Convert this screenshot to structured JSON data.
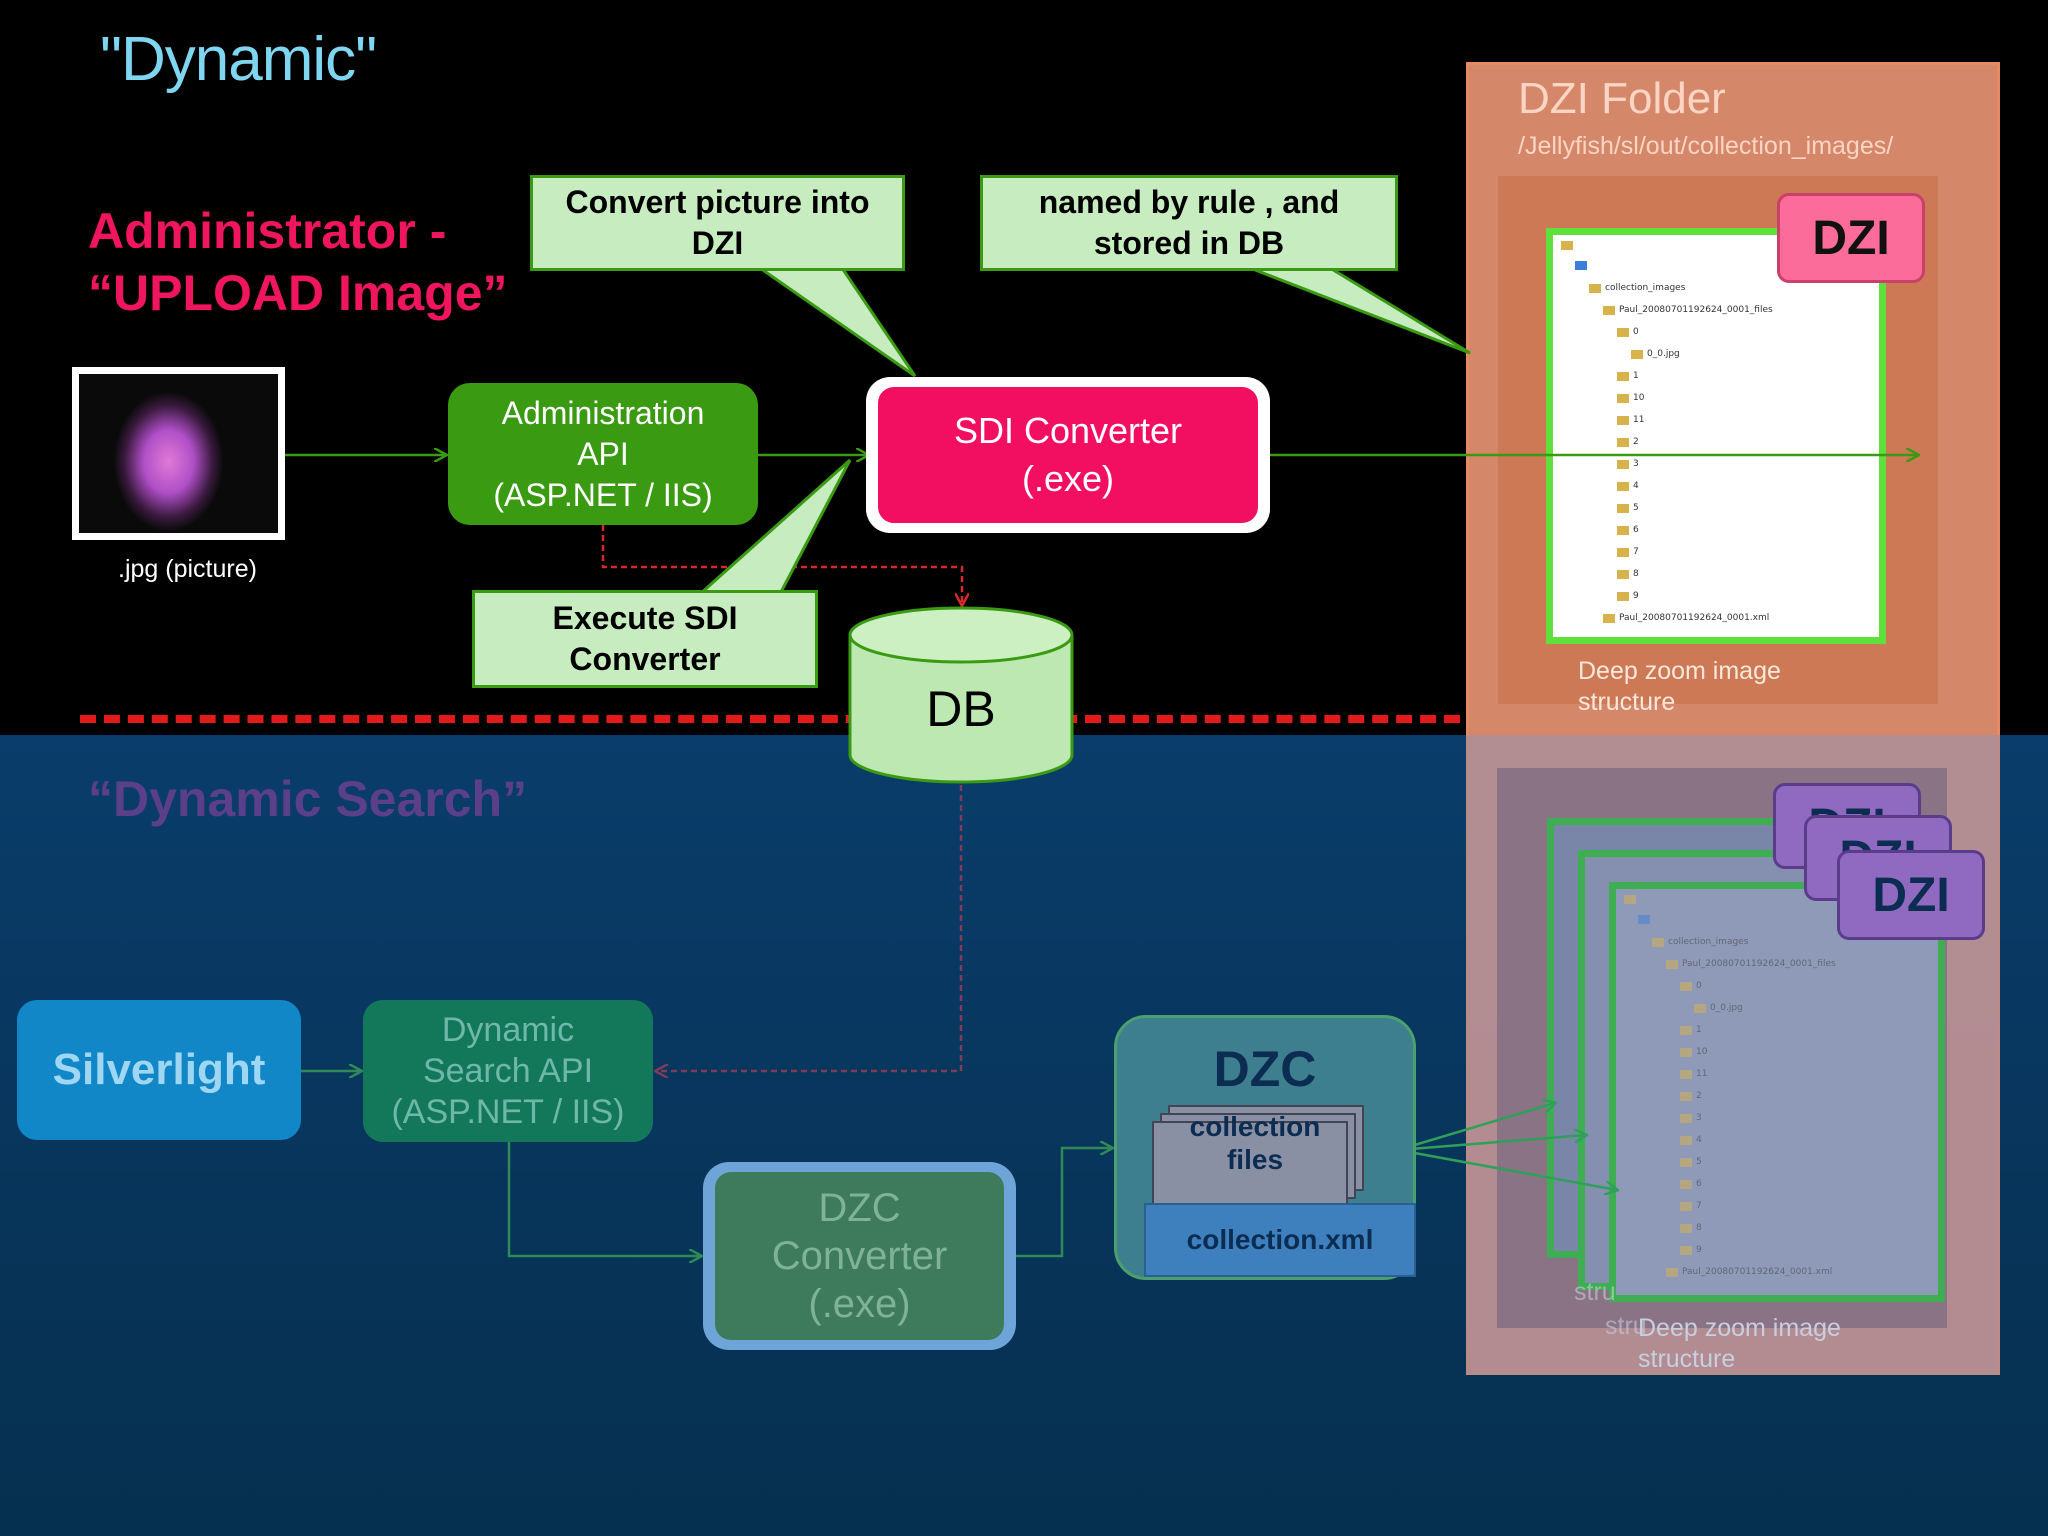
{
  "title": "\"Dynamic\"",
  "upload_section": {
    "title_line1": "Administrator -",
    "title_line2": "“UPLOAD Image”",
    "image_caption": ".jpg (picture)",
    "admin_api": [
      "Administration",
      "API",
      "(ASP.NET / IIS)"
    ],
    "sdi_converter": [
      "SDI Converter",
      "(.exe)"
    ],
    "callout_convert": [
      "Convert picture into",
      "DZI"
    ],
    "callout_named": [
      "named by rule , and",
      "stored in DB"
    ],
    "callout_execute": [
      "Execute SDI",
      "Converter"
    ],
    "db_label": "DB"
  },
  "dzi_folder": {
    "title": "DZI Folder",
    "path": "/Jellyfish/sl/out/collection_images/",
    "badge": "DZI",
    "caption": [
      "Deep zoom image",
      "structure"
    ],
    "tree_items": [
      "collection_images",
      "Paul_20080701192624_0001_files",
      "0",
      "0_0.jpg",
      "1",
      "10",
      "11",
      "2",
      "3",
      "4",
      "5",
      "6",
      "7",
      "8",
      "9",
      "Paul_20080701192624_0001.xml"
    ]
  },
  "search_section": {
    "title": "“Dynamic Search”",
    "silverlight": "Silverlight",
    "search_api": [
      "Dynamic",
      "Search API",
      "(ASP.NET / IIS)"
    ],
    "dzc_converter": [
      "DZC",
      "Converter",
      "(.exe)"
    ],
    "dzc_label": "DZC",
    "collection_files": [
      "collection",
      "files"
    ],
    "collection_xml": "collection.xml",
    "badges": [
      "DZI",
      "DZI",
      "DZI"
    ],
    "caption": [
      "Deep zoom image",
      "structure"
    ],
    "ghost_caption": [
      "stru",
      "stru"
    ]
  },
  "colors": {
    "admin_pink": "#f0155f",
    "admin_green": "#3a9a12",
    "callout_bg": "#c7ecc0",
    "divider_red": "#e41a1a",
    "search_blue": "#0a3d6b"
  }
}
